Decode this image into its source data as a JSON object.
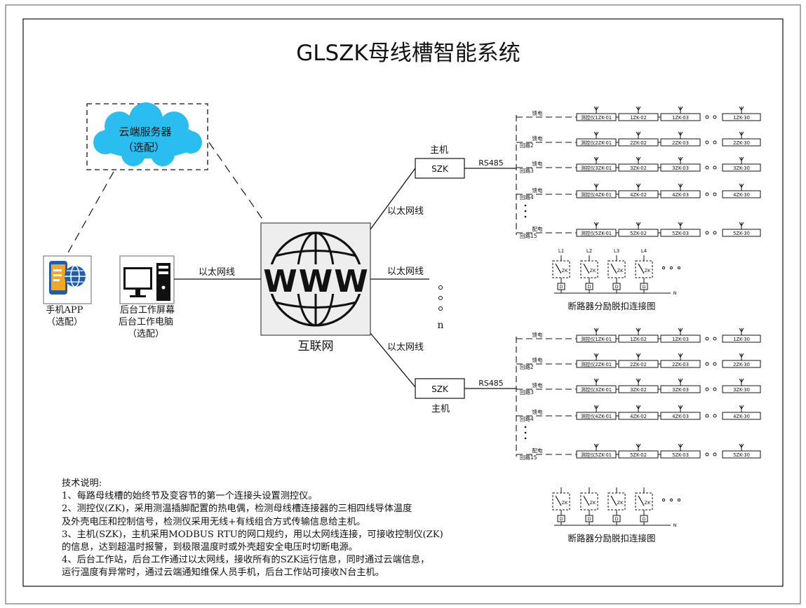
{
  "title": "GLSZK母线槽智能系统",
  "cloud": {
    "line1": "云端服务器",
    "line2": "（选配）"
  },
  "internet": {
    "logo_text": "WWW",
    "label": "互联网"
  },
  "phone": {
    "line1": "手机APP",
    "line2": "（选配）"
  },
  "workstation": {
    "line1": "后台工作屏幕",
    "line2": "后台工作电脑",
    "line3": "（选配）"
  },
  "links": {
    "ethernet": "以太网线",
    "rs485": "RS485"
  },
  "hosts": [
    {
      "box": "SZK",
      "label": "主机"
    },
    {
      "box": "SZK",
      "label": "主机"
    }
  ],
  "n_label": "n",
  "branch_groups": [
    {
      "rows": [
        {
          "side": "馈电",
          "loop": "",
          "cells": [
            "测控仪1ZK-01",
            "1ZK-02",
            "1ZK-03",
            "1ZK-30"
          ]
        },
        {
          "side": "馈电",
          "loop": "回路2",
          "cells": [
            "测控仪2ZK-01",
            "2ZK-02",
            "2ZK-03",
            "2ZK-30"
          ]
        },
        {
          "side": "馈电",
          "loop": "回路3",
          "cells": [
            "测控仪3ZK-01",
            "3ZK-02",
            "3ZK-03",
            "3ZK-30"
          ]
        },
        {
          "side": "馈电",
          "loop": "回路4",
          "cells": [
            "测控仪4ZK-01",
            "4ZK-02",
            "4ZK-03",
            "4ZK-30"
          ]
        },
        {
          "side": "配电",
          "loop": "回路15",
          "cells": [
            "测控仪5ZK-01",
            "5ZK-02",
            "5ZK-03",
            "5ZK-30"
          ]
        }
      ]
    },
    {
      "rows": [
        {
          "side": "馈电",
          "loop": "",
          "cells": [
            "测控仪1ZK-01",
            "1ZK-02",
            "1ZK-03",
            "1ZK-30"
          ]
        },
        {
          "side": "馈电",
          "loop": "回路2",
          "cells": [
            "测控仪2ZK-01",
            "2ZK-02",
            "2ZK-03",
            "2ZK-30"
          ]
        },
        {
          "side": "馈电",
          "loop": "回路3",
          "cells": [
            "测控仪3ZK-01",
            "3ZK-02",
            "3ZK-03",
            "3ZK-30"
          ]
        },
        {
          "side": "馈电",
          "loop": "回路4",
          "cells": [
            "测控仪4ZK-01",
            "4ZK-02",
            "4ZK-03",
            "4ZK-30"
          ]
        },
        {
          "side": "配电",
          "loop": "回路15",
          "cells": [
            "测控仪5ZK-01",
            "5ZK-02",
            "5ZK-03",
            "5ZK-30"
          ]
        }
      ]
    }
  ],
  "breaker_diagrams": [
    {
      "title": "断路器分励脱扣连接图",
      "lines": [
        "L1",
        "L2",
        "L3",
        "L4"
      ],
      "module": "ZK",
      "coil": "D",
      "neutral": "N"
    },
    {
      "title": "断路器分励脱扣连接图",
      "lines": [],
      "module": "ZK",
      "coil": "D",
      "neutral": "N"
    }
  ],
  "notes": {
    "heading": "技术说明:",
    "lines": [
      "1、每路母线槽的始终节及变容节的第一个连接头设置测控仪。",
      "2、测控仪(ZK)，采用测温插脚配置的热电偶，检测母线槽连接器的三相四线导体温度",
      "及外壳电压和控制信号，检测仪采用无线+有线组合方式传输信息给主机。",
      "3、主机(SZK)，主机采用MODBUS RTU的网口规约，用以太网线连接，可接收控制仪(ZK)",
      "的信息，达到超温时报警，到极限温度时或外壳超安全电压时切断电源。",
      "4、后台工作站，后台工作通过以太网线，接收所有的SZK运行信息，同时通过云端信息，",
      "运行温度有异常时，通过云端通知维保人员手机，后台工作站可接收N台主机。"
    ]
  },
  "colors": {
    "cloud": "#29bdf0",
    "cloud_text": "#2a2fb0",
    "globe_bg": "#eeeeee",
    "phone_orange": "#f5a623",
    "phone_blue": "#1f5fa8"
  }
}
